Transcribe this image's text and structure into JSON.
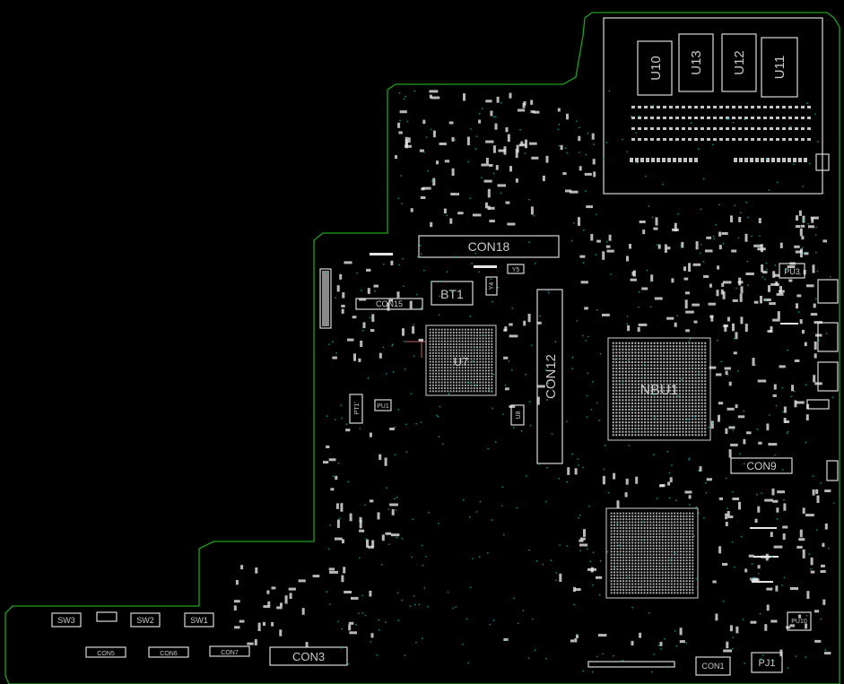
{
  "board": {
    "outline_color": "#1fa01f",
    "silk_color": "#d8d8d8",
    "via_color": "#0aa3a3",
    "background_color": "#000000"
  },
  "labels": {
    "u10": "U10",
    "u13": "U13",
    "u12": "U12",
    "u11": "U11",
    "con18": "CON18",
    "bt1": "BT1",
    "y5": "Y5",
    "y4": "Y4",
    "con15": "CON15",
    "u7": "U7",
    "con12": "CON12",
    "nbu1": "NBU1",
    "pt1": "PT1",
    "pu1": "PU1",
    "u8": "U8",
    "pu3": "PU3",
    "con9": "CON9",
    "sw3": "SW3",
    "sw2": "SW2",
    "sw1": "SW1",
    "con5": "CON5",
    "con6": "CON6",
    "con7": "CON7",
    "con3": "CON3",
    "con1": "CON1",
    "pj1": "PJ1",
    "pu10": "PU10"
  }
}
